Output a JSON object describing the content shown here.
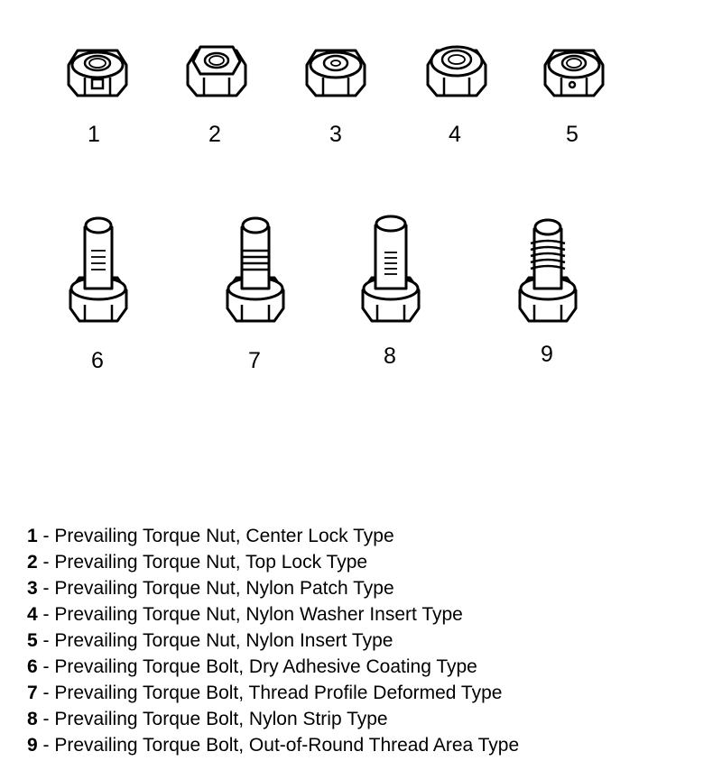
{
  "items": [
    {
      "num": "1",
      "label": "Prevailing Torque Nut, Center Lock Type"
    },
    {
      "num": "2",
      "label": "Prevailing Torque Nut, Top Lock Type"
    },
    {
      "num": "3",
      "label": "Prevailing Torque Nut, Nylon Patch Type"
    },
    {
      "num": "4",
      "label": "Prevailing Torque Nut, Nylon Washer Insert Type"
    },
    {
      "num": "5",
      "label": "Prevailing Torque Nut, Nylon Insert Type"
    },
    {
      "num": "6",
      "label": "Prevailing Torque Bolt, Dry Adhesive Coating Type"
    },
    {
      "num": "7",
      "label": "Prevailing Torque Bolt, Thread Profile Deformed Type"
    },
    {
      "num": "8",
      "label": "Prevailing Torque Bolt, Nylon Strip Type"
    },
    {
      "num": "9",
      "label": "Prevailing Torque Bolt, Out-of-Round Thread Area Type"
    }
  ],
  "separator": " - "
}
